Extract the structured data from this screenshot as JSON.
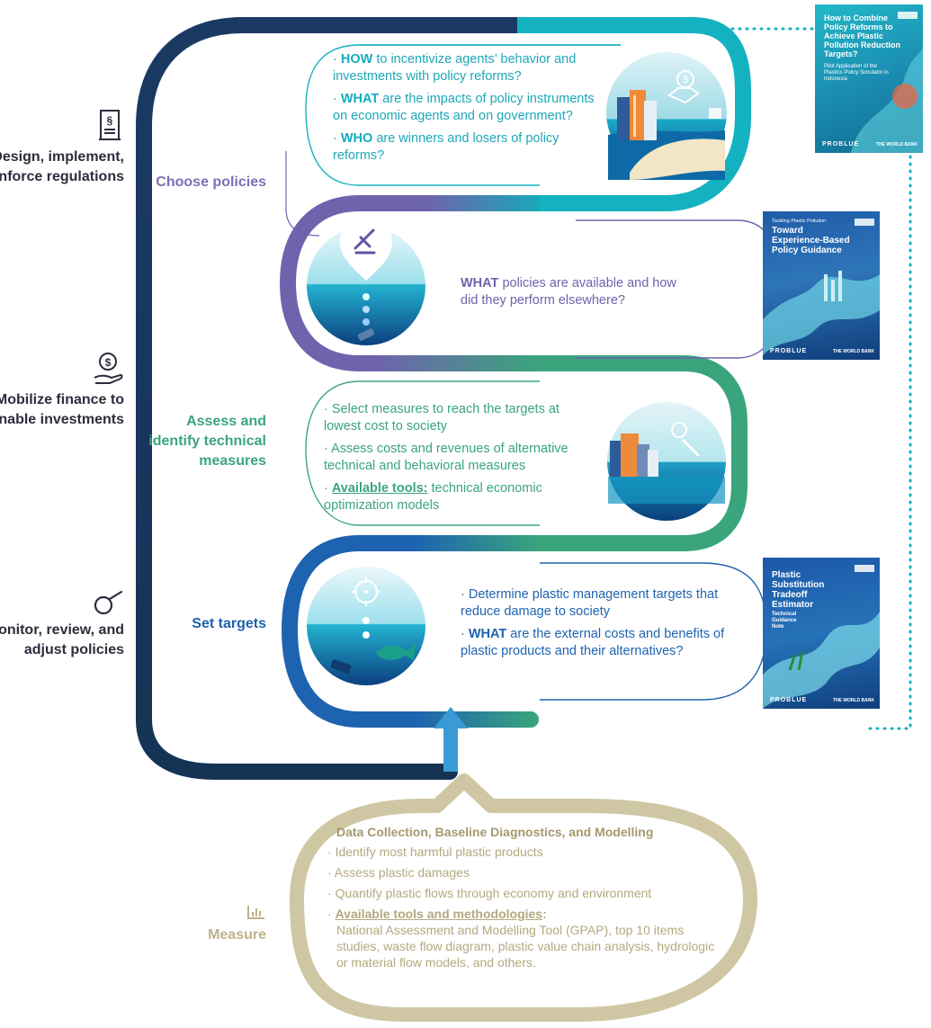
{
  "left_column": {
    "design": "Design, implement, enforce regulations",
    "finance": "Mobilize finance to enable investments",
    "monitor": "Monitor, review, and adjust policies"
  },
  "stages": {
    "choose": "Choose policies",
    "assess": "Assess and identify technical measures",
    "targets": "Set targets",
    "measure": "Measure"
  },
  "choose_box": {
    "how_keyword": "HOW",
    "how_text": " to incentivize agents’ behavior and investments with policy reforms?",
    "what_keyword": "WHAT",
    "what_text": " are the impacts of policy instruments on economic agents and on government?",
    "who_keyword": "WHO",
    "who_text": " are winners and losers of policy reforms?"
  },
  "policies_box": {
    "what_keyword": "WHAT",
    "what_text": " policies are available and how did they perform elsewhere?"
  },
  "assess_box": {
    "item1": "Select measures to reach the targets at lowest cost to society",
    "item2": "Assess costs and revenues of alternative technical and behavioral measures",
    "tools_label": "Available tools:",
    "tools_text": " technical economic optimization models"
  },
  "targets_box": {
    "item1": "Determine plastic management targets that reduce damage to society",
    "what_keyword": "WHAT",
    "what_text": " are the external costs and benefits of plastic products and their alternatives?"
  },
  "measure_box": {
    "heading": "Data Collection, Baseline Diagnostics, and Modelling",
    "item1": "Identify most harmful plastic products",
    "item2": "Assess plastic damages",
    "item3": "Quantify plastic flows through economy and environment",
    "tools_label": "Available tools and methodologies",
    "tools_colon": ":",
    "tools_text": "National Assessment and Modelling Tool (GPAP), top 10 items studies, waste flow diagram, plastic value chain analysis, hydrologic or material flow models, and others."
  },
  "covers": {
    "cover1_title": "How to Combine Policy Reforms to Achieve Plastic Pollution Reduction Targets?",
    "cover1_sub": "Pilot Application of the Plastics Policy Simulator in Indonesia",
    "cover2_kicker": "Tackling Plastic Pollution",
    "cover2_title": "Toward Experience-Based Policy Guidance",
    "cover3_title": "Plastic Substitution Tradeoff Estimator",
    "cover3_sub": "Technical Guidance Note",
    "brand": "PROBLUE",
    "wb": "THE WORLD BANK"
  },
  "colors": {
    "navy": "#1b3a63",
    "teal": "#11aebd",
    "purple": "#6e63ad",
    "green": "#3aa57c",
    "blue": "#1e63b0",
    "tan": "#cfc7a3"
  }
}
